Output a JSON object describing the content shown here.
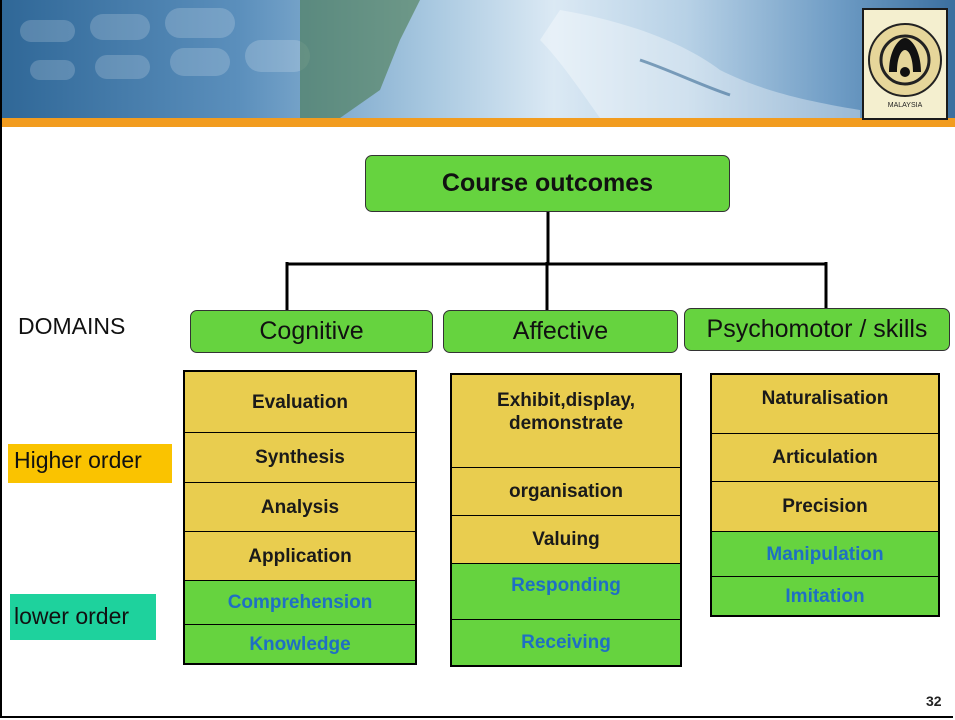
{
  "title": "Course outcomes",
  "domains_label": "DOMAINS",
  "higher_order": "Higher order",
  "lower_order": "lower order",
  "logo_text": "MALAYSIA",
  "columns": [
    {
      "domain": "Cognitive",
      "levels": [
        "Evaluation",
        "Synthesis",
        "Analysis",
        "Application",
        "Comprehension",
        "Knowledge"
      ]
    },
    {
      "domain": "Affective",
      "levels": [
        "Exhibit,display, demonstrate",
        "organisation",
        "Valuing",
        "Responding",
        "Receiving"
      ]
    },
    {
      "domain": "Psychomotor / skills",
      "levels": [
        "Naturalisation",
        "Articulation",
        "Precision",
        "Manipulation",
        "Imitation"
      ]
    }
  ],
  "colors": {
    "green": "#66d33f",
    "yellow": "#e9cd4f",
    "blue_text": "#1f6fc4",
    "orange": "#f29c1f",
    "higher_order_bg": "#fac300",
    "lower_order_bg": "#1ed29d"
  },
  "page_number": "32"
}
